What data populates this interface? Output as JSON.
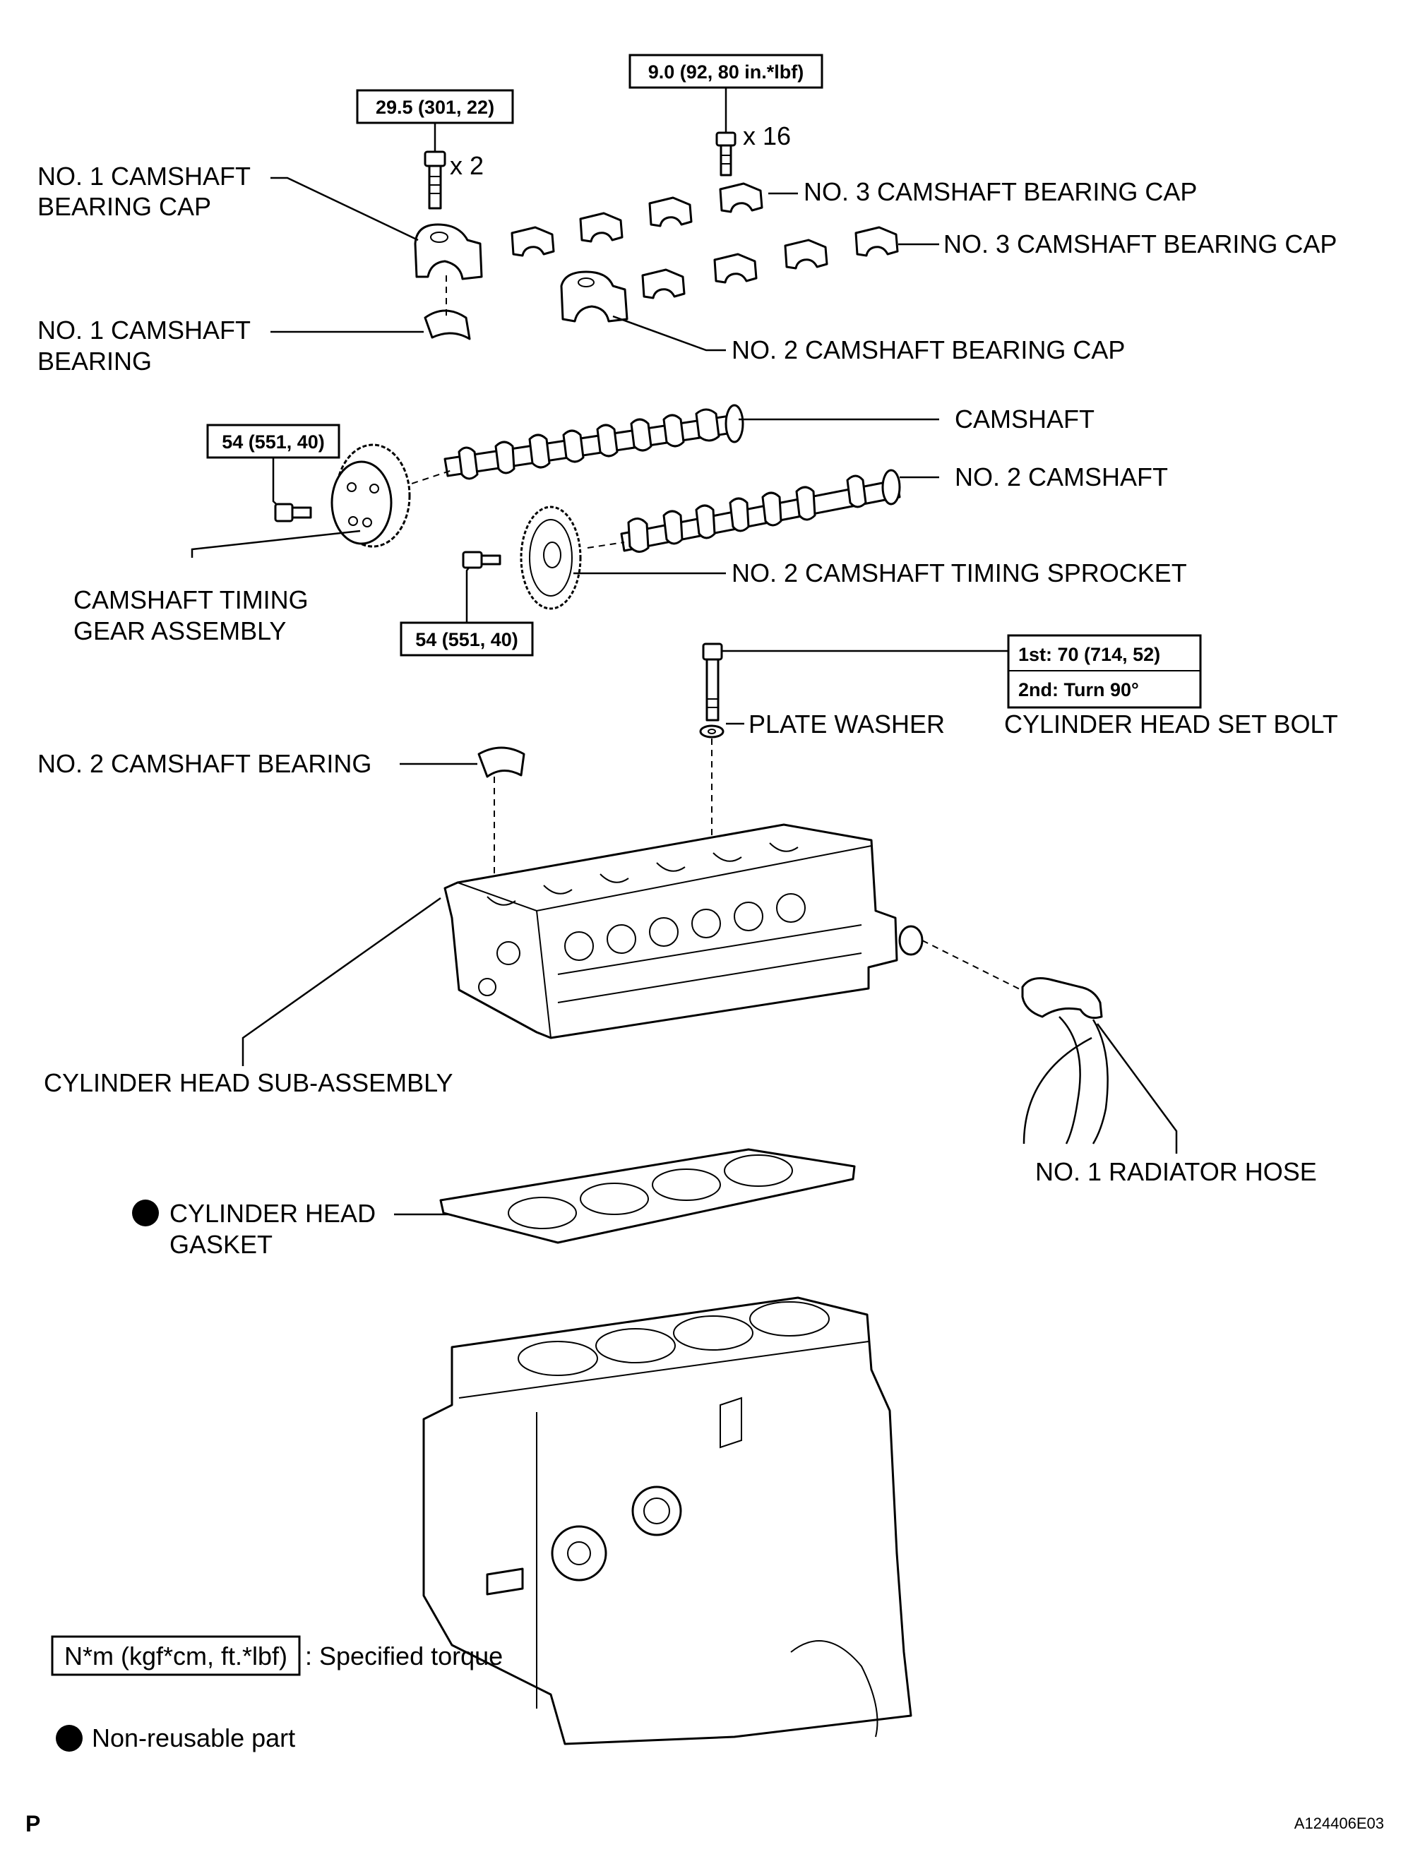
{
  "torques": {
    "bearing_cap_no1": "29.5 (301, 22)",
    "bearing_caps": "9.0 (92, 80 in.*lbf)",
    "timing_gear": "54 (551, 40)",
    "sprocket": "54 (551, 40)",
    "head_bolt_1st": "1st: 70 (714, 52)",
    "head_bolt_2nd": "2nd: Turn 90°"
  },
  "quantities": {
    "x2": "x 2",
    "x16": "x 16"
  },
  "labels": {
    "no1_cap": [
      "NO. 1 CAMSHAFT",
      "BEARING CAP"
    ],
    "no3_cap_a": "NO. 3 CAMSHAFT BEARING CAP",
    "no3_cap_b": "NO. 3 CAMSHAFT BEARING CAP",
    "no1_bearing": [
      "NO. 1 CAMSHAFT",
      "BEARING"
    ],
    "no2_cap": "NO. 2 CAMSHAFT BEARING CAP",
    "camshaft": "CAMSHAFT",
    "no2_camshaft": "NO. 2 CAMSHAFT",
    "timing_gear": [
      "CAMSHAFT TIMING",
      "GEAR ASSEMBLY"
    ],
    "sprocket": "NO. 2 CAMSHAFT TIMING SPROCKET",
    "plate_washer": "PLATE WASHER",
    "head_bolt": "CYLINDER HEAD SET BOLT",
    "no2_bearing": "NO. 2 CAMSHAFT BEARING",
    "head_sub": "CYLINDER HEAD SUB-ASSEMBLY",
    "radiator_hose": "NO. 1 RADIATOR HOSE",
    "gasket": [
      "CYLINDER HEAD",
      "GASKET"
    ]
  },
  "legend": {
    "torque_box": "N*m (kgf*cm, ft.*lbf)",
    "torque_desc": ": Specified torque",
    "nonreusable": "Non-reusable part"
  },
  "footer": {
    "left": "P",
    "right": "A124406E03"
  }
}
